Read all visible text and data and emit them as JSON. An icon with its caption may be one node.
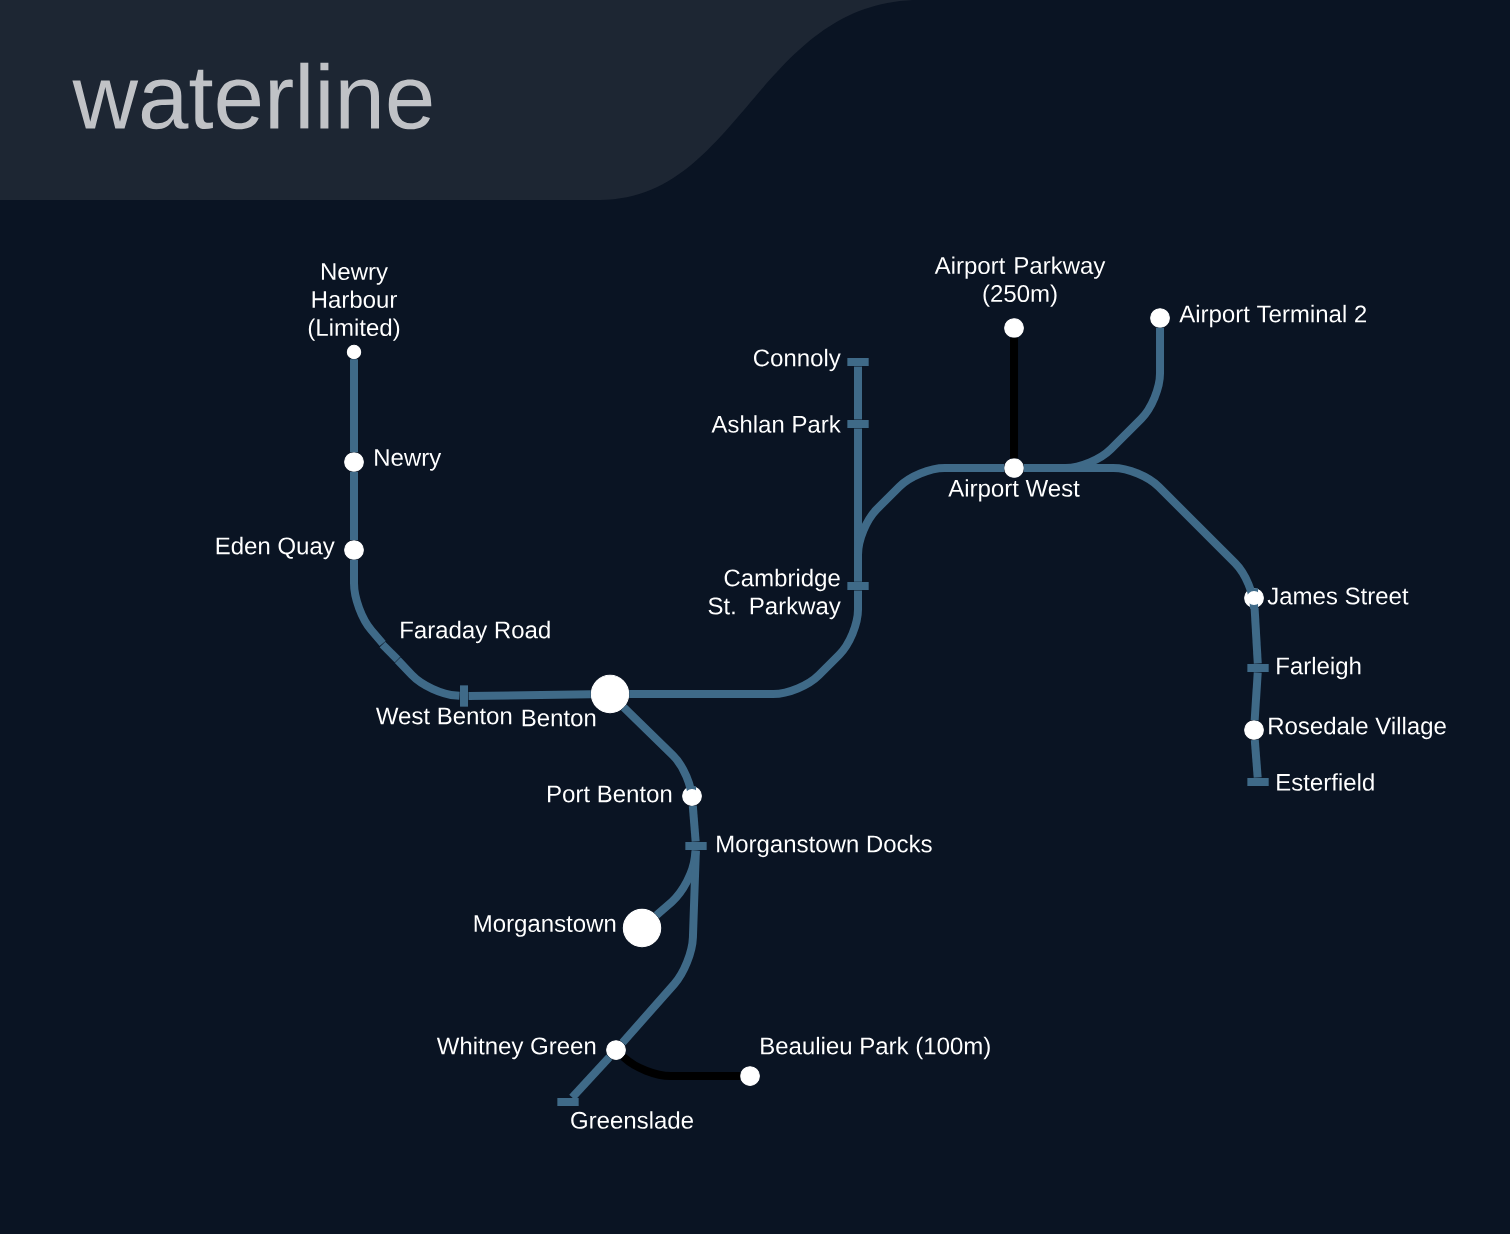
{
  "diagram": {
    "title": "waterline",
    "nodes": [
      {
        "text": [
          "Newry Harbour (Limited)"
        ]
      },
      {
        "text": [
          "Newry"
        ]
      },
      {
        "text": [
          "Eden Quay"
        ]
      },
      {
        "text": [
          "Faraday Road"
        ]
      },
      {
        "text": [
          "West Benton"
        ]
      },
      {
        "text": [
          "Benton"
        ]
      },
      {
        "text": [
          "Port Benton"
        ]
      },
      {
        "text": [
          "Morganstown Docks"
        ]
      },
      {
        "text": [
          "Morganstown"
        ]
      },
      {
        "text": [
          "Whitney Green"
        ]
      },
      {
        "text": [
          "Greenslade"
        ]
      },
      {
        "text": [
          "Beaulieu Park (100m)"
        ]
      },
      {
        "text": [
          "Cambridge St. Parkway"
        ]
      },
      {
        "text": [
          "Ashlan Park"
        ]
      },
      {
        "text": [
          "Connoly"
        ]
      },
      {
        "text": [
          "Airport West"
        ]
      },
      {
        "text": [
          "Airport Parkway (250m)"
        ]
      },
      {
        "text": [
          "Airport Terminal 2"
        ]
      },
      {
        "text": [
          "James Street"
        ]
      },
      {
        "text": [
          "Farleigh"
        ]
      },
      {
        "text": [
          "Rosedale Village"
        ]
      },
      {
        "text": [
          "Esterfield"
        ]
      }
    ],
    "edges": [
      {
        "from": 0,
        "to": 1,
        "arrow": "none"
      },
      {
        "from": 1,
        "to": 2,
        "arrow": "none"
      },
      {
        "from": 2,
        "to": 3,
        "arrow": "none"
      },
      {
        "from": 3,
        "to": 4,
        "arrow": "none"
      },
      {
        "from": 4,
        "to": 5,
        "arrow": "none"
      },
      {
        "from": 5,
        "to": 6,
        "arrow": "none"
      },
      {
        "from": 6,
        "to": 7,
        "arrow": "none"
      },
      {
        "from": 7,
        "to": 8,
        "arrow": "none"
      },
      {
        "from": 7,
        "to": 9,
        "arrow": "none"
      },
      {
        "from": 9,
        "to": 10,
        "arrow": "none"
      },
      {
        "from": 9,
        "to": 11,
        "arrow": "none",
        "color": "#000000"
      },
      {
        "from": 5,
        "to": 12,
        "arrow": "none"
      },
      {
        "from": 12,
        "to": 13,
        "arrow": "none"
      },
      {
        "from": 13,
        "to": 14,
        "arrow": "none"
      },
      {
        "from": 12,
        "to": 15,
        "arrow": "none"
      },
      {
        "from": 15,
        "to": 16,
        "arrow": "none",
        "color": "#000000"
      },
      {
        "from": 15,
        "to": 17,
        "arrow": "none"
      },
      {
        "from": 15,
        "to": 18,
        "arrow": "none"
      },
      {
        "from": 18,
        "to": 19,
        "arrow": "none"
      },
      {
        "from": 19,
        "to": 20,
        "arrow": "none"
      },
      {
        "from": 20,
        "to": 21,
        "arrow": "none"
      }
    ]
  }
}
